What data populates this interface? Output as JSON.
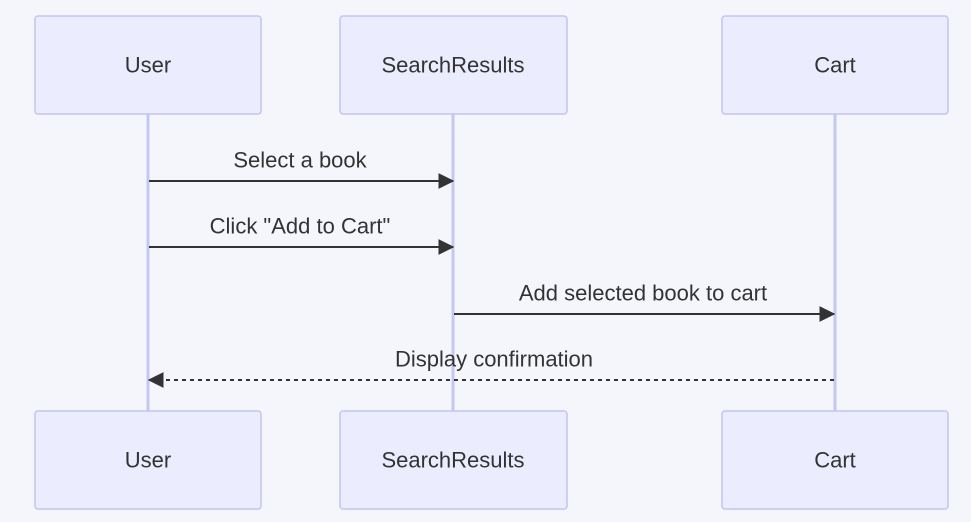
{
  "diagram": {
    "type": "sequence",
    "participants": [
      {
        "id": "user",
        "label": "User"
      },
      {
        "id": "search_results",
        "label": "SearchResults"
      },
      {
        "id": "cart",
        "label": "Cart"
      }
    ],
    "messages": [
      {
        "from": "user",
        "to": "search_results",
        "label": "Select a book",
        "style": "solid"
      },
      {
        "from": "user",
        "to": "search_results",
        "label": "Click \"Add to Cart\"",
        "style": "solid"
      },
      {
        "from": "search_results",
        "to": "cart",
        "label": "Add selected book to cart",
        "style": "solid"
      },
      {
        "from": "cart",
        "to": "user",
        "label": "Display confirmation",
        "style": "dashed"
      }
    ]
  }
}
